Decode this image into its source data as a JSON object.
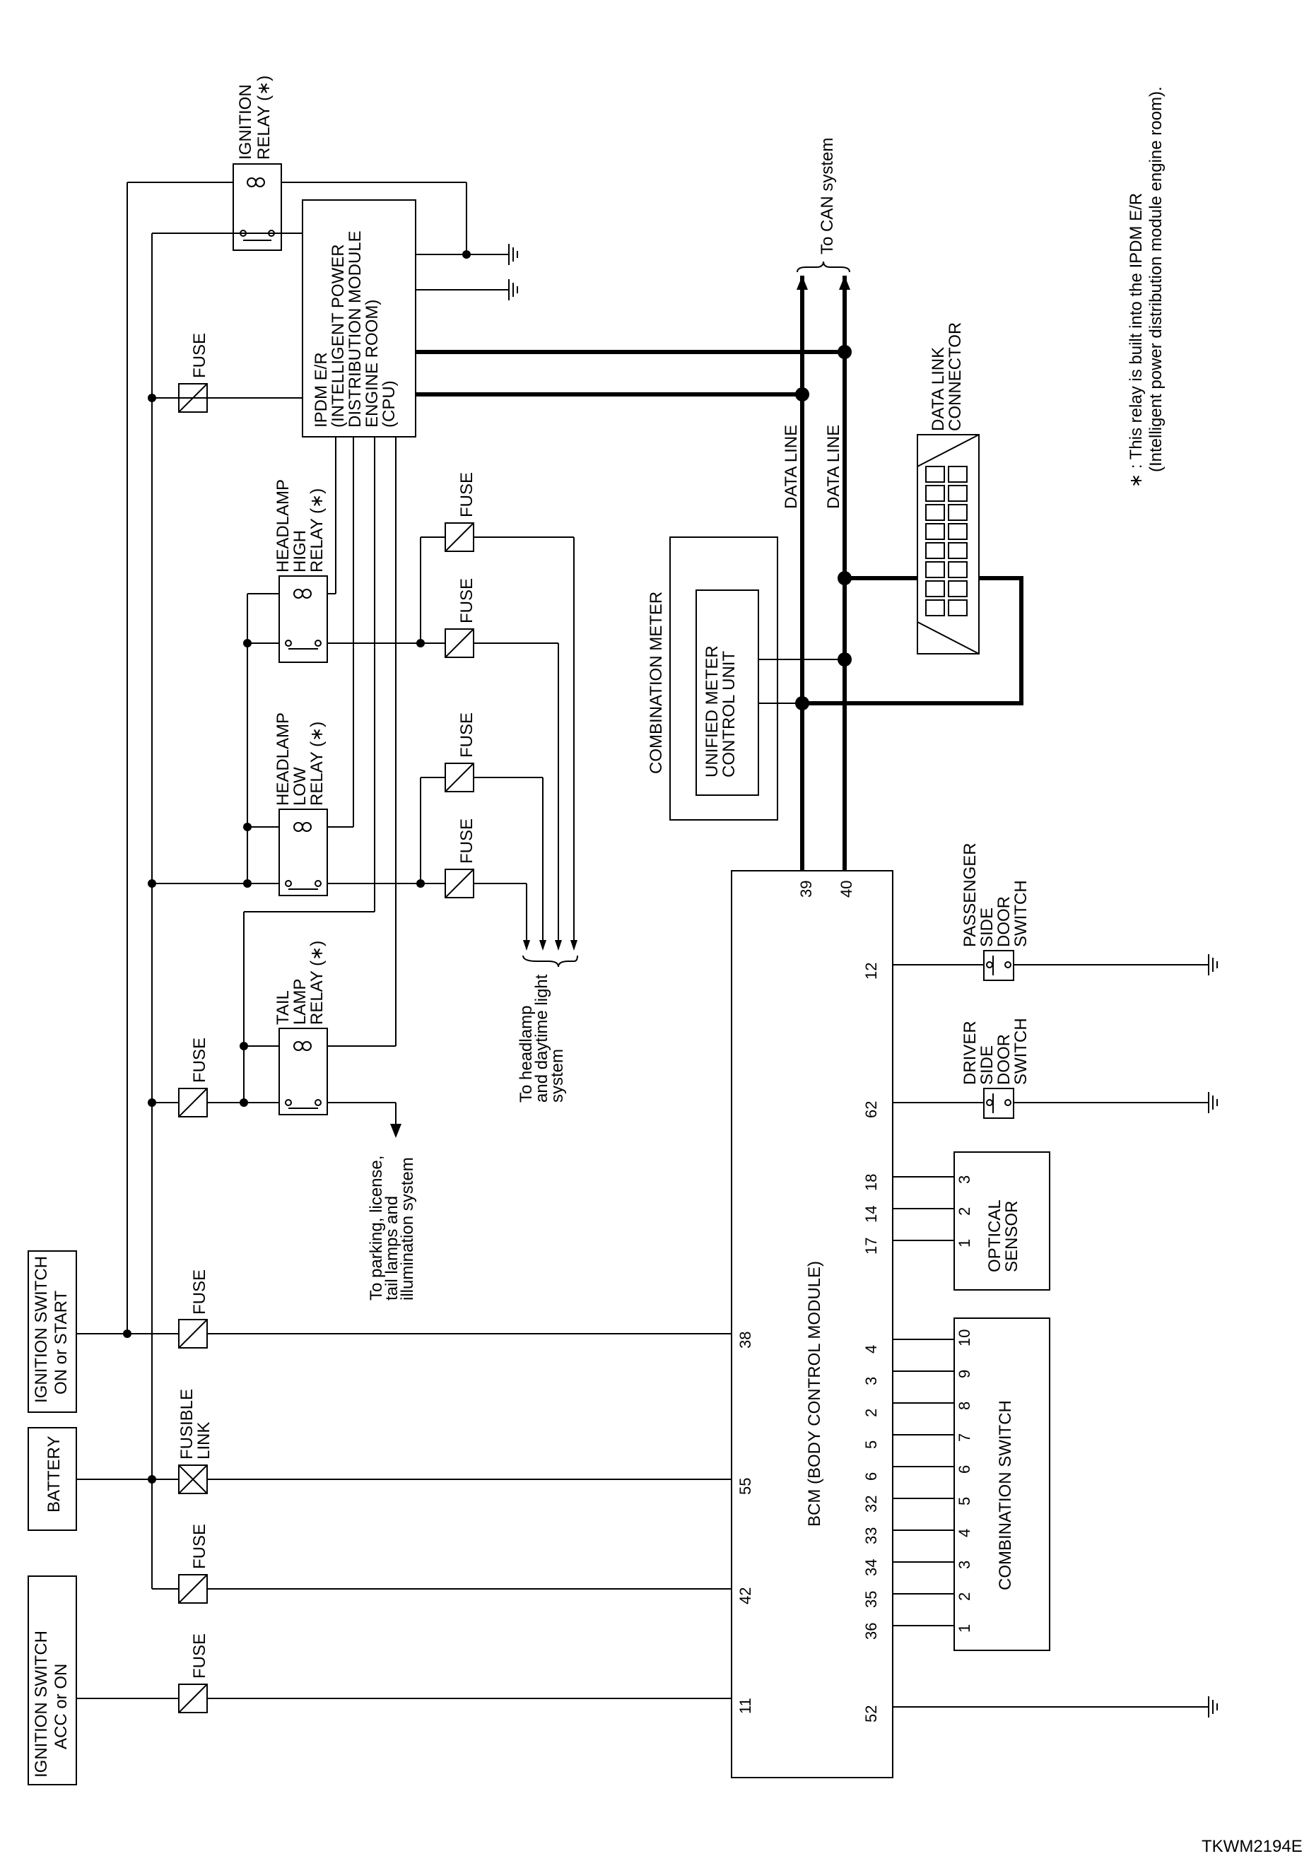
{
  "footnote": {
    "line1": "∗ : This relay is built into the IPDM E/R",
    "line2": "(Intelligent power distribution module engine room)."
  },
  "figure_id": "TKWM2194E",
  "sources": {
    "ign_acc": [
      "IGNITION SWITCH",
      "ACC or ON"
    ],
    "battery": "BATTERY",
    "ign_on": [
      "IGNITION SWITCH",
      "ON or START"
    ]
  },
  "fuse_label": "FUSE",
  "fusible_link_label": [
    "FUSIBLE",
    "LINK"
  ],
  "ipdm": [
    "IPDM E/R",
    "(INTELLIGENT POWER",
    "DISTRIBUTION MODULE",
    "ENGINE ROOM)",
    "(CPU)"
  ],
  "relays": {
    "ignition": [
      "IGNITION",
      "RELAY (∗)"
    ],
    "tail": [
      "TAIL",
      "LAMP",
      "RELAY (∗)"
    ],
    "low": [
      "HEADLAMP",
      "LOW",
      "RELAY (∗)"
    ],
    "high": [
      "HEADLAMP",
      "HIGH",
      "RELAY (∗)"
    ]
  },
  "to_parking": [
    "To parking, license,",
    "tail lamps and",
    "illumination system"
  ],
  "to_headlamp": [
    "To headlamp",
    "and daytime light",
    "system"
  ],
  "bcm_label": "BCM (BODY CONTROL MODULE)",
  "bcm_pins_top": [
    "11",
    "42",
    "55",
    "38",
    "39",
    "40"
  ],
  "bcm_pins_bottom": [
    "52",
    "36",
    "35",
    "34",
    "33",
    "32",
    "6",
    "5",
    "2",
    "3",
    "4",
    "17",
    "14",
    "18",
    "62",
    "12"
  ],
  "combination_switch": {
    "label": "COMBINATION SWITCH",
    "pins": [
      "1",
      "2",
      "3",
      "4",
      "5",
      "6",
      "7",
      "8",
      "9",
      "10"
    ]
  },
  "optical_sensor": {
    "label": [
      "OPTICAL",
      "SENSOR"
    ],
    "pins": [
      "1",
      "2",
      "3"
    ]
  },
  "driver_door": [
    "DRIVER",
    "SIDE",
    "DOOR",
    "SWITCH"
  ],
  "passenger_door": [
    "PASSENGER",
    "SIDE",
    "DOOR",
    "SWITCH"
  ],
  "combination_meter": "COMBINATION METER",
  "unified_meter": [
    "UNIFIED METER",
    "CONTROL UNIT"
  ],
  "data_link_connector": [
    "DATA LINK",
    "CONNECTOR"
  ],
  "data_line": "DATA LINE",
  "to_can": "To CAN system"
}
